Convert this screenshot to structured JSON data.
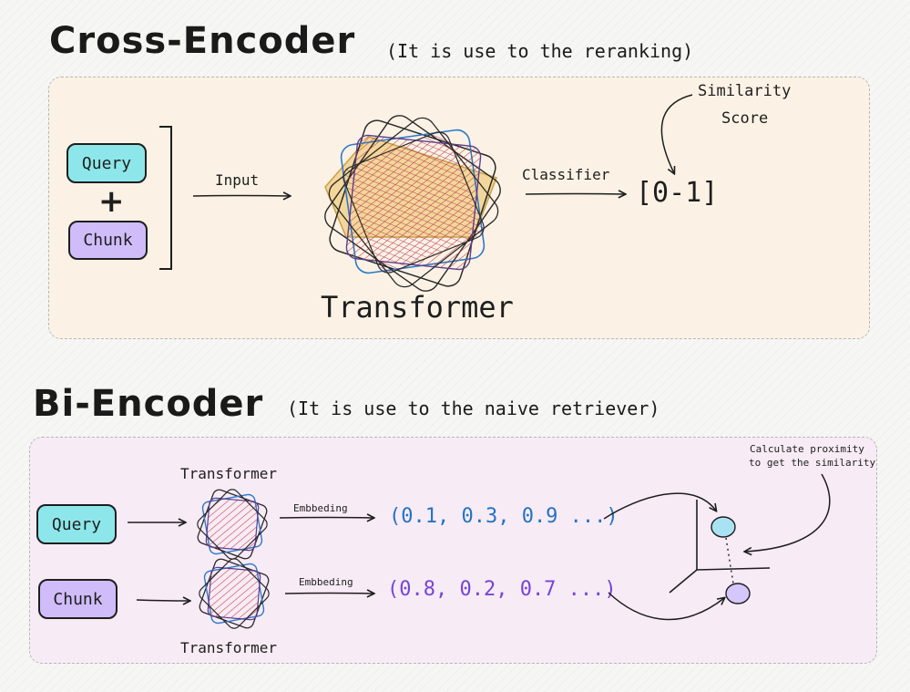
{
  "colors": {
    "query_fill": "#8de7ea",
    "chunk_fill": "#cfbcf9",
    "cross_panel_bg": "#fbf2e5",
    "bi_panel_bg": "#f7ebf5",
    "query_vector_text": "#2274c4",
    "chunk_vector_text": "#7445d8",
    "dot_query": "#a9e3f3",
    "dot_chunk": "#d5c6fb"
  },
  "cross_encoder": {
    "title": "Cross-Encoder",
    "subtitle": "(It is use to the reranking)",
    "query_label": "Query",
    "plus_label": "+",
    "chunk_label": "Chunk",
    "input_label": "Input",
    "transformer_label": "Transformer",
    "classifier_label": "Classifier",
    "output_label": "[0-1]",
    "score_label_line1": "Similarity",
    "score_label_line2": "Score"
  },
  "bi_encoder": {
    "title": "Bi-Encoder",
    "subtitle": "(It is use to the naive retriever)",
    "query_label": "Query",
    "chunk_label": "Chunk",
    "transformer_top_label": "Transformer",
    "transformer_bottom_label": "Transformer",
    "embedding_label_top": "Embbeding",
    "embedding_label_bottom": "Embbeding",
    "query_vector": "(0.1, 0.3, 0.9 ...)",
    "chunk_vector": "(0.8, 0.2, 0.7 ...)",
    "proximity_label_line1": "Calculate proximity",
    "proximity_label_line2": "to get the similarity"
  }
}
